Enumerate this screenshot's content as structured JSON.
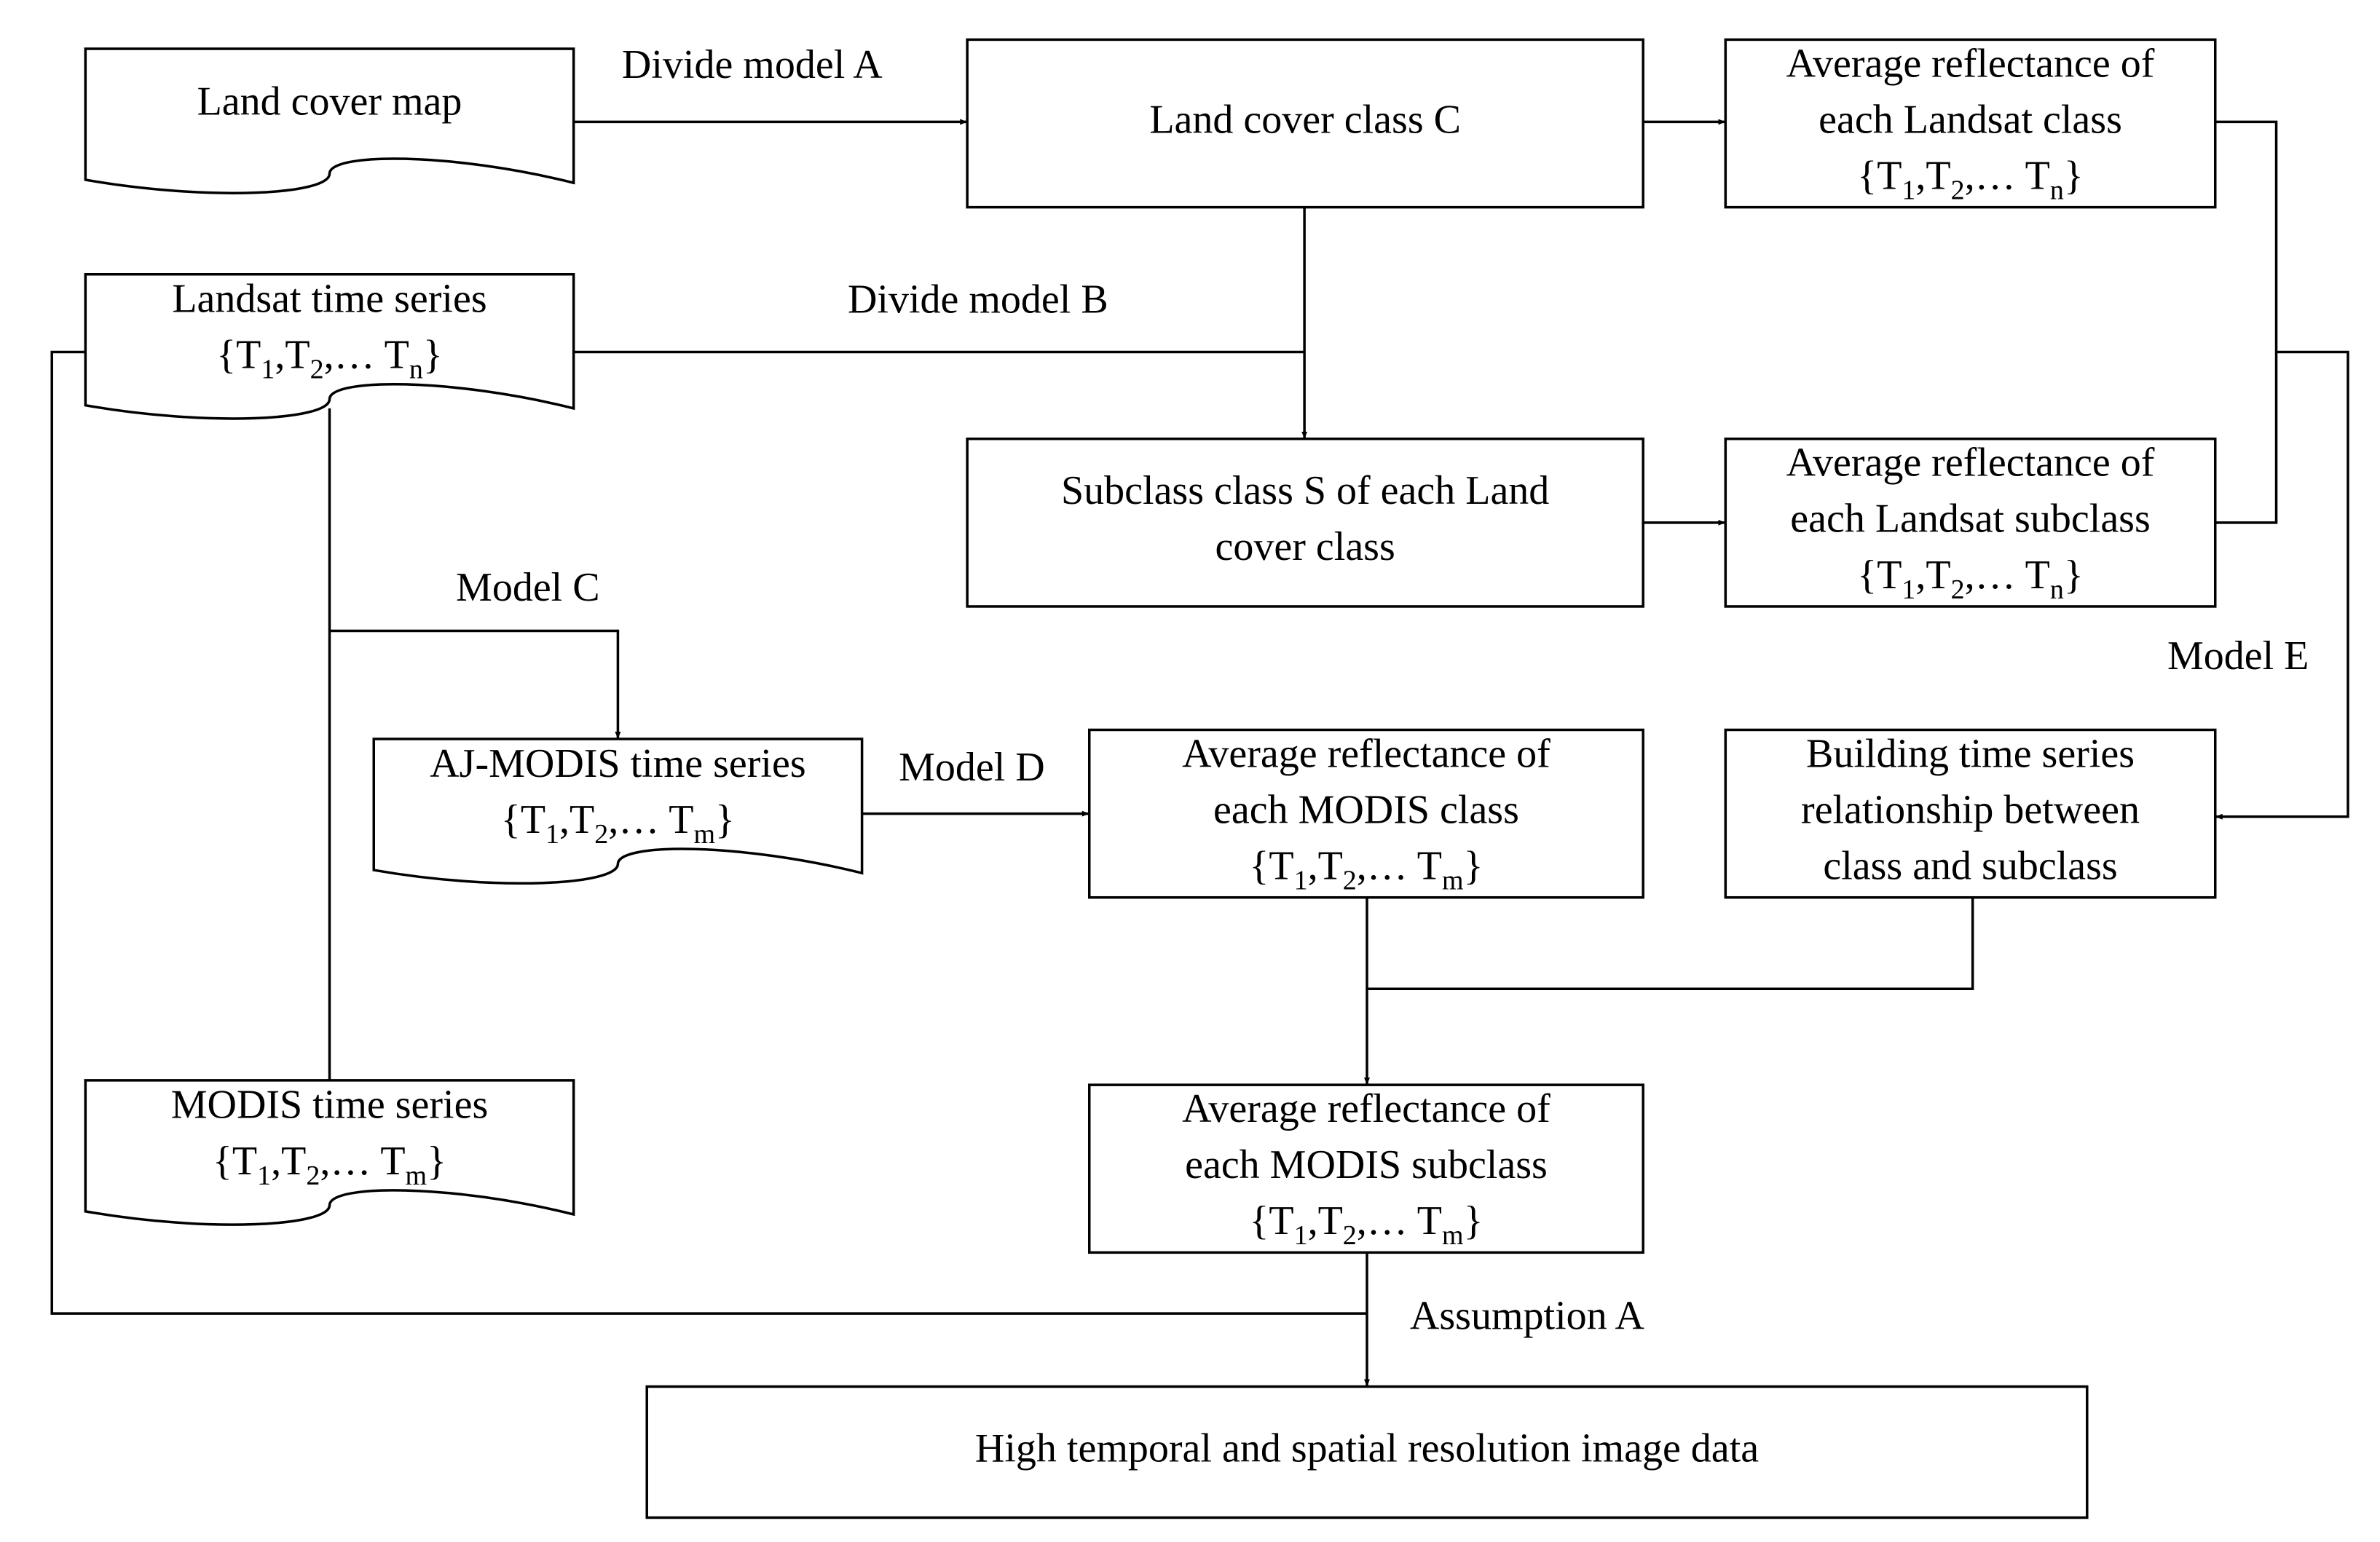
{
  "nodes": {
    "land_cover_map": {
      "lines": [
        "Land cover map"
      ]
    },
    "land_cover_class": {
      "lines": [
        "Land cover class C"
      ]
    },
    "avg_landsat_class": {
      "lines": [
        "Average reflectance of",
        "each Landsat class"
      ],
      "set": {
        "subscripts": [
          "1",
          "2",
          "n"
        ]
      }
    },
    "landsat_series": {
      "lines": [
        "Landsat time series"
      ],
      "set": {
        "subscripts": [
          "1",
          "2",
          "n"
        ]
      }
    },
    "subclass": {
      "lines": [
        "Subclass class S of each Land",
        "cover class"
      ]
    },
    "avg_landsat_subclass": {
      "lines": [
        "Average reflectance of",
        "each Landsat subclass"
      ],
      "set": {
        "subscripts": [
          "1",
          "2",
          "n"
        ]
      }
    },
    "aj_modis_series": {
      "lines": [
        "AJ-MODIS time series"
      ],
      "set": {
        "subscripts": [
          "1",
          "2",
          "m"
        ]
      }
    },
    "avg_modis_class": {
      "lines": [
        "Average reflectance of",
        "each MODIS class"
      ],
      "set": {
        "subscripts": [
          "1",
          "2",
          "m"
        ]
      }
    },
    "building_relationship": {
      "lines": [
        "Building time series",
        "relationship between",
        "class and subclass"
      ]
    },
    "modis_series": {
      "lines": [
        "MODIS time series"
      ],
      "set": {
        "subscripts": [
          "1",
          "2",
          "m"
        ]
      }
    },
    "avg_modis_subclass": {
      "lines": [
        "Average reflectance of",
        "each MODIS subclass"
      ],
      "set": {
        "subscripts": [
          "1",
          "2",
          "m"
        ]
      }
    },
    "output": {
      "lines": [
        "High temporal and spatial resolution image data"
      ]
    }
  },
  "edge_labels": {
    "divide_model_a": "Divide model A",
    "divide_model_b": "Divide model B",
    "model_c": "Model C",
    "model_d": "Model D",
    "model_e": "Model E",
    "assumption_a": "Assumption A"
  },
  "set_notation": {
    "open": "{",
    "close": "}",
    "symbol": "T",
    "separator": ",",
    "ellipsis": "…"
  }
}
